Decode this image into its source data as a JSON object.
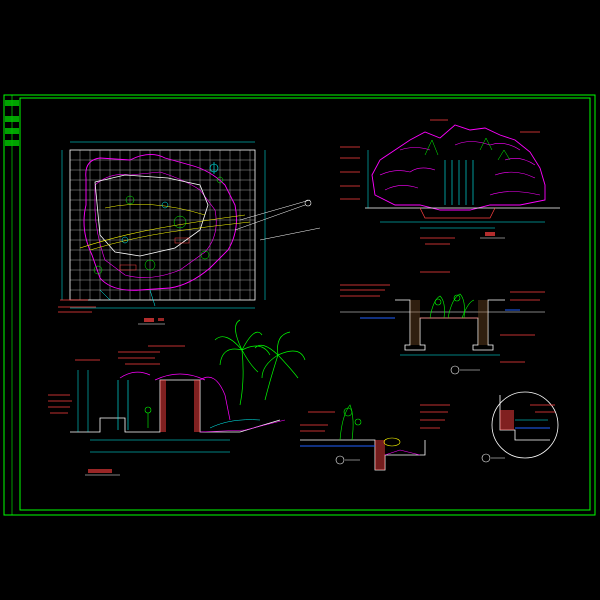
{
  "drawing": {
    "background": "#000000",
    "frame_color": "#00ff00",
    "line_colors": {
      "rock": "#ff00ff",
      "dimension": "#00ffff",
      "grid": "#ffffff",
      "leader": "#ff4040",
      "plant": "#00ff00",
      "water": "#2060ff",
      "structure": "#ffffff"
    },
    "view_titles": [
      {
        "id": "plan",
        "icon": "title-marker-icon"
      },
      {
        "id": "front-elevation",
        "icon": "title-marker-icon"
      },
      {
        "id": "section-1",
        "icon": "section-symbol-icon"
      },
      {
        "id": "section-a",
        "icon": "section-symbol-icon"
      },
      {
        "id": "section-2",
        "icon": "section-symbol-icon"
      },
      {
        "id": "detail-b",
        "icon": "section-symbol-icon"
      }
    ],
    "icons": [
      "north-arrow-icon",
      "palm-tree-icon",
      "shrub-icon",
      "rock-icon",
      "detail-circle-icon"
    ]
  }
}
